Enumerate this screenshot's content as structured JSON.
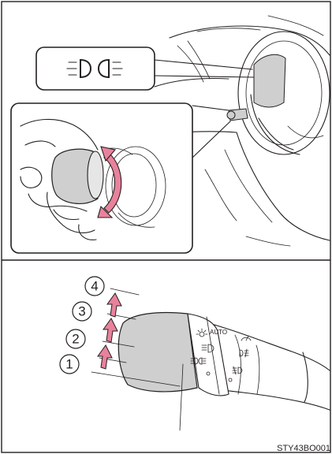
{
  "colors": {
    "arrow_pink": "#e8829c",
    "shade_gray": "#cfcfcf",
    "line": "#231f20"
  },
  "icons": {
    "top_callout": "headlight-indicator-icon",
    "switch_positions": [
      "sun-off-icon",
      "auto-label",
      "low-beam-icon",
      "parking-light-icon",
      "fog-light-icon",
      "rear-fog-icon"
    ]
  },
  "switch_labels": {
    "auto": "AUTO"
  },
  "positions": [
    "1",
    "2",
    "3",
    "4"
  ],
  "image_code": "STY43BO001"
}
